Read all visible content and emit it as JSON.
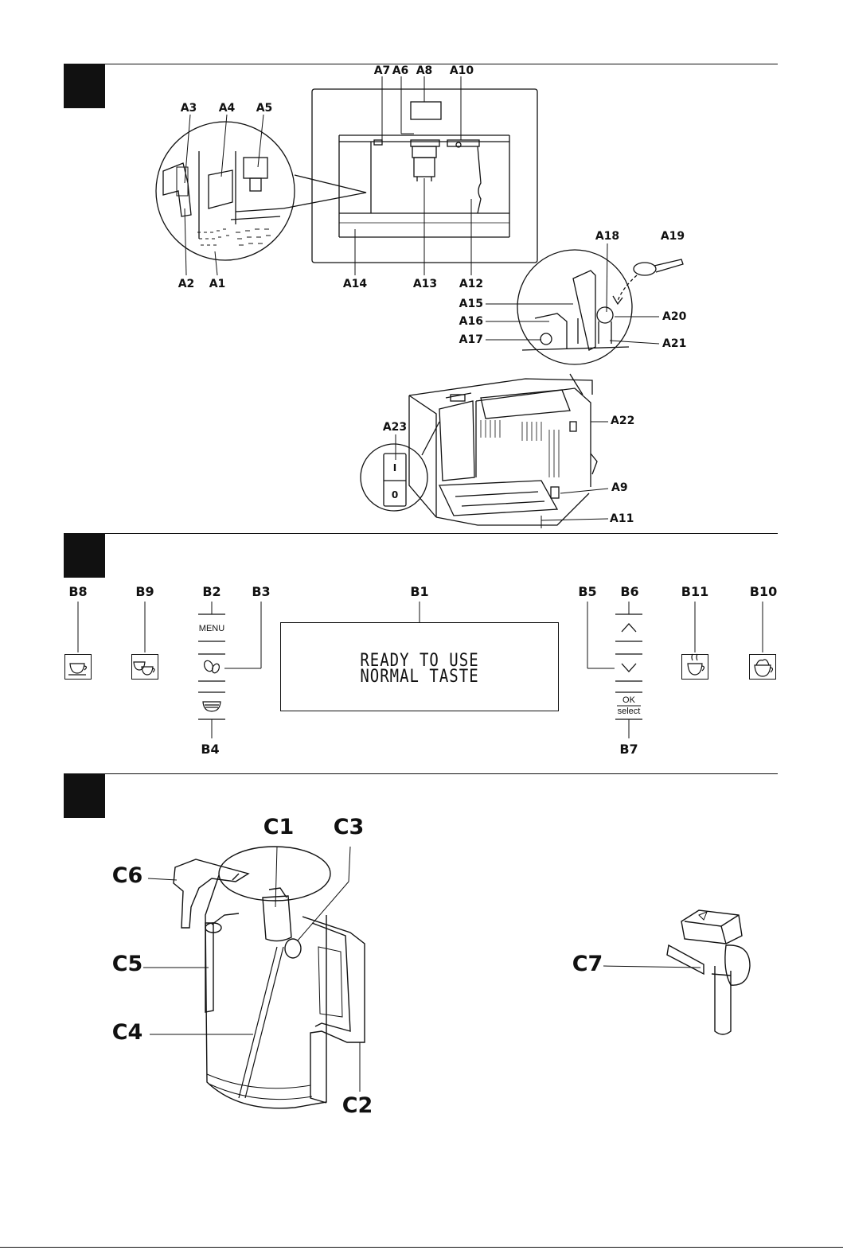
{
  "section_a": {
    "labels": [
      "A1",
      "A2",
      "A3",
      "A4",
      "A5",
      "A6",
      "A7",
      "A8",
      "A9",
      "A10",
      "A11",
      "A12",
      "A13",
      "A14",
      "A15",
      "A16",
      "A17",
      "A18",
      "A19",
      "A20",
      "A21",
      "A22",
      "A23"
    ],
    "switch_on": "I",
    "switch_off": "0"
  },
  "section_b": {
    "labels": [
      "B1",
      "B2",
      "B3",
      "B4",
      "B5",
      "B6",
      "B7",
      "B8",
      "B9",
      "B10",
      "B11"
    ],
    "display_line1": "READY TO USE",
    "display_line2": "NORMAL TASTE",
    "menu_label": "MENU",
    "ok_label": "OK",
    "select_label": "select"
  },
  "section_c": {
    "labels": [
      "C1",
      "C2",
      "C3",
      "C4",
      "C5",
      "C6",
      "C7"
    ]
  }
}
